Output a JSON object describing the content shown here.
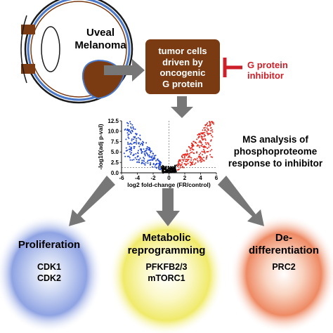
{
  "eye": {
    "label_line1": "Uveal",
    "label_line2": "Melanoma"
  },
  "tumor_box": {
    "line1": "tumor cells",
    "line2": "driven by",
    "line3": "oncogenic",
    "line4": "G protein"
  },
  "inhibitor": {
    "line1": "G protein",
    "line2": "inhibitor"
  },
  "ms_analysis": {
    "line1": "MS analysis of",
    "line2": "phosphoproteome",
    "line3": "response to inhibitor"
  },
  "chart_data": {
    "type": "scatter",
    "xlabel": "log2 fold-change (FR/control)",
    "ylabel": "-log10(adj p-val)",
    "xlim": [
      -6,
      6
    ],
    "ylim": [
      0,
      12.5
    ],
    "x_ticks": [
      "-6",
      "-4",
      "-2",
      "0",
      "2",
      "4",
      "6"
    ],
    "y_ticks": [
      "0.0",
      "2.5",
      "5.0",
      "7.5",
      "10.0",
      "12.5"
    ],
    "series": [
      {
        "color": "#1f45d6"
      },
      {
        "color": "#000000"
      },
      {
        "color": "#e8261c"
      }
    ]
  },
  "outcomes": [
    {
      "title_line1": "Proliferation",
      "title_line2": "",
      "item1": "CDK1",
      "item2": "CDK2",
      "color": "#3d5fc8"
    },
    {
      "title_line1": "Metabolic",
      "title_line2": "reprogramming",
      "item1": "PFKFB2/3",
      "item2": "mTORC1",
      "color": "#e8e03a"
    },
    {
      "title_line1": "De-",
      "title_line2": "differentiation",
      "item1": "PRC2",
      "item2": "",
      "color": "#e8643c"
    }
  ],
  "colors": {
    "arrow": "#777777",
    "tumor_box": "#7a3a12",
    "inhibitor": "#cc1f28",
    "eye_outline": "#1a1a1a",
    "eye_blue": "#4a78c8"
  }
}
